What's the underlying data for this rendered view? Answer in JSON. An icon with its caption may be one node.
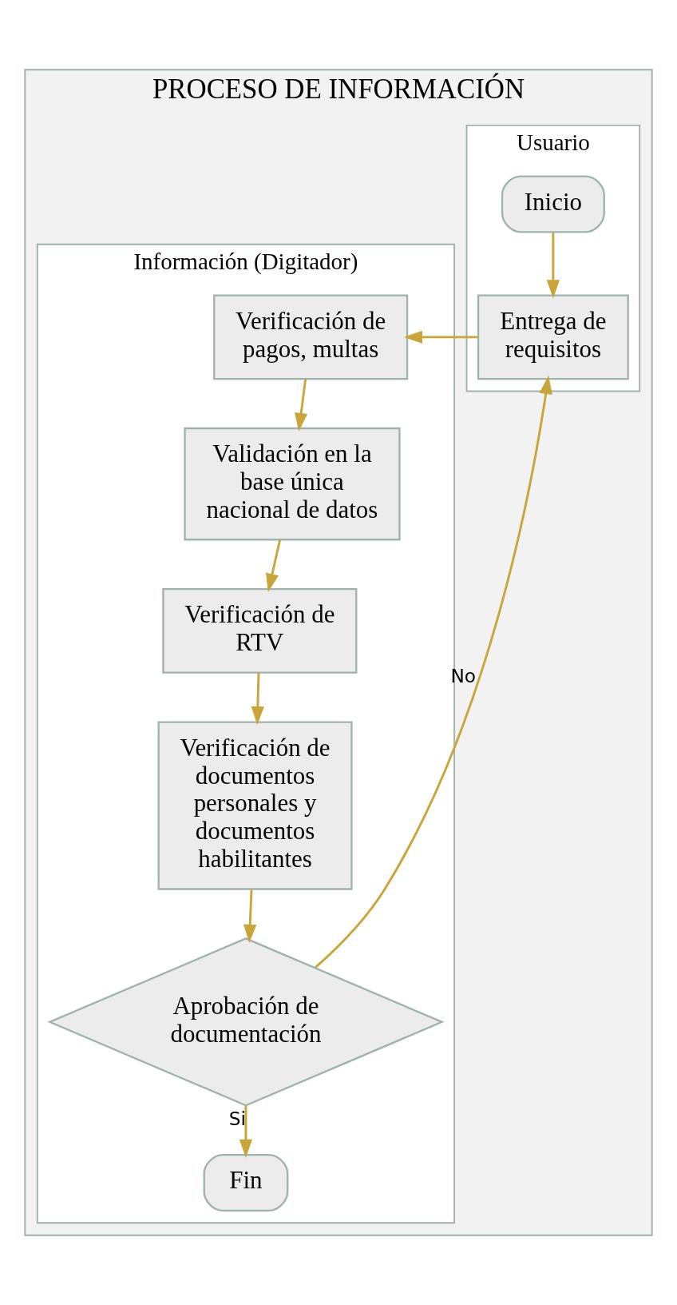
{
  "diagram": {
    "nodes": [
      {
        "text": [
          "PROCESO DE INFORMACIÓN"
        ]
      },
      {
        "text": [
          "Usuario"
        ],
        "in": 0
      },
      {
        "text": [
          "Información (Digitador)"
        ],
        "in": 0
      },
      {
        "text": [
          "Inicio"
        ],
        "in": 1
      },
      {
        "text": [
          "Entrega de requisitos"
        ],
        "in": 1
      },
      {
        "text": [
          "Verificación de pagos, multas"
        ],
        "in": 2
      },
      {
        "text": [
          "Validación en la base única nacional de datos"
        ],
        "in": 2
      },
      {
        "text": [
          "Verificación de RTV"
        ],
        "in": 2
      },
      {
        "text": [
          "Verificación de documentos personales y documentos habilitantes"
        ],
        "in": 2
      },
      {
        "text": [
          "Aprobación de documentación"
        ],
        "in": 2
      },
      {
        "text": [
          "Fin"
        ],
        "in": 2
      }
    ],
    "edges": [
      {
        "from": 3,
        "to": 4,
        "arrow": "to"
      },
      {
        "from": 4,
        "to": 5,
        "arrow": "to"
      },
      {
        "from": 5,
        "to": 6,
        "arrow": "to"
      },
      {
        "from": 6,
        "to": 7,
        "arrow": "to"
      },
      {
        "from": 7,
        "to": 8,
        "arrow": "to"
      },
      {
        "from": 8,
        "to": 9,
        "arrow": "to"
      },
      {
        "from": 9,
        "to": 4,
        "arrow": "to",
        "label": "No"
      },
      {
        "from": 9,
        "to": 10,
        "arrow": "to",
        "label": "Si"
      }
    ]
  }
}
